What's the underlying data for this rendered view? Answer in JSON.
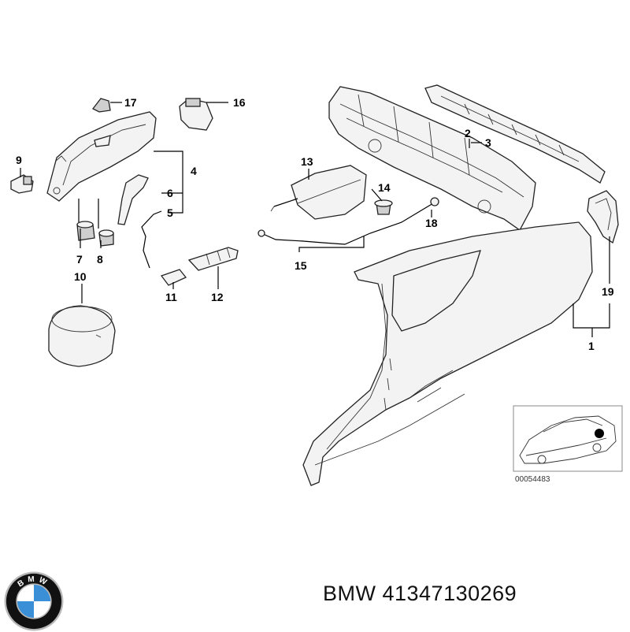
{
  "callouts": {
    "c1": "1",
    "c2": "2",
    "c3": "3",
    "c4": "4",
    "c5": "5",
    "c6": "6",
    "c7": "7",
    "c8": "8",
    "c9": "9",
    "c10": "10",
    "c11": "11",
    "c12": "12",
    "c13": "13",
    "c14": "14",
    "c15": "15",
    "c16": "16",
    "c17": "17",
    "c18": "18",
    "c19": "19"
  },
  "inset": {
    "reference_number": "00054483"
  },
  "footer": {
    "part_label": "BMW 41347130269"
  },
  "logo": {
    "name": "bmw-roundel-logo",
    "text": "BMW",
    "colors": {
      "blue": "#3a8fd6",
      "white": "#ffffff",
      "ring": "#111111",
      "chrome": "#b8b8b8"
    }
  }
}
